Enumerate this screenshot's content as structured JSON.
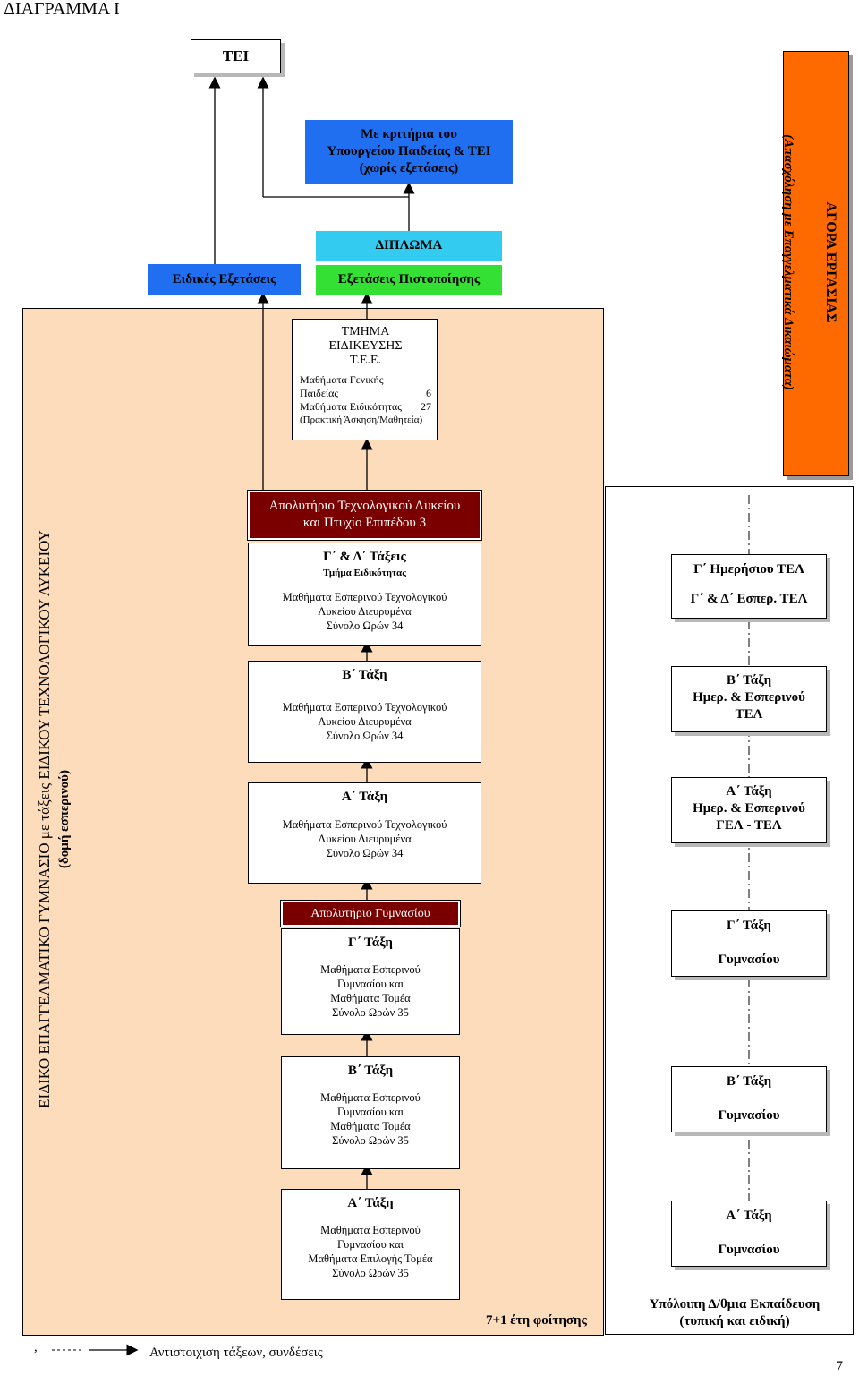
{
  "page_title": "ΔΙΑΓΡΑΜΜΑ Ι",
  "tei": "ΤΕΙ",
  "criteria": [
    "Με κριτήρια του",
    "Υπουργείου Παιδείας & ΤΕΙ",
    "(χωρίς εξετάσεις)"
  ],
  "diploma": "ΔΙΠΛΩΜΑ",
  "special_exams": "Ειδικές Εξετάσεις",
  "cert_exams": "Εξετάσεις Πιστοποίησης",
  "labor_market": {
    "title": "ΑΓΟΡΑ ΕΡΓΑΣΙΑΣ",
    "subtitle": "(Απασχόληση με Επαγγελματικά Δικαιώματα)"
  },
  "specialty_dept": {
    "title": [
      "ΤΜΗΜΑ",
      "ΕΙΔΙΚΕΥΣΗΣ",
      "Τ.Ε.Ε."
    ],
    "general_label": [
      "Μαθήματα Γενικής",
      "Παιδείας"
    ],
    "general_count": "6",
    "specialty_label": "Μαθήματα Ειδικότητας",
    "specialty_count": "27",
    "note": "(Πρακτική Άσκηση/Μαθητεία)"
  },
  "school_vertical": {
    "line1": "ΕΙΔΙΚΟ ΕΠΑΓΓΕΛΜΑΤΙΚΟ ΓΥΜΝΑΣΙΟ  με τάξεις  ΕΙΔΙΚΟΥ ΤΕΧΝΟΛΟΓΙΚΟΥ ΛΥΚΕΙΟΥ",
    "line2": "(δομή εσπερινού)"
  },
  "lyceum_cert": [
    "Απολυτήριο Τεχνολογικού Λυκείου",
    "και Πτυχίο Επιπέδου 3"
  ],
  "gd_classes": {
    "title": "Γ΄ & Δ΄ Τάξεις",
    "sub": "Τμήμα Ειδικότητας",
    "lines": [
      "Μαθήματα Εσπερινού Τεχνολογικού",
      "Λυκείου Διευρυμένα",
      "Σύνολο Ωρών 34"
    ]
  },
  "b_lyceum": {
    "title": "Β΄ Τάξη",
    "lines": [
      "Μαθήματα Εσπερινού Τεχνολογικού",
      "Λυκείου Διευρυμένα",
      "Σύνολο Ωρών 34"
    ]
  },
  "a_lyceum": {
    "title": "Α΄ Τάξη",
    "lines": [
      "Μαθήματα Εσπερινού Τεχνολογικού",
      "Λυκείου Διευρυμένα",
      "Σύνολο Ωρών 34"
    ]
  },
  "gym_cert": "Απολυτήριο Γυμνασίου",
  "c_gym": {
    "title": "Γ΄ Τάξη",
    "lines": [
      "Μαθήματα  Εσπερινού",
      "Γυμνασίου και",
      "Μαθήματα Τομέα",
      "Σύνολο Ωρών 35"
    ]
  },
  "b_gym": {
    "title": "Β΄ Τάξη",
    "lines": [
      "Μαθήματα  Εσπερινού",
      "Γυμνασίου και",
      "Μαθήματα Τομέα",
      "Σύνολο Ωρών 35"
    ]
  },
  "a_gym": {
    "title": "Α΄ Τάξη",
    "lines": [
      "Μαθήματα  Εσπερινού",
      "Γυμνασίου και",
      "Μαθήματα Επιλογής Τομέα",
      "Σύνολο Ωρών 35"
    ]
  },
  "study_years": "7+1 έτη φοίτησης",
  "right": {
    "r1": [
      "Γ΄ Ημερήσιου ΤΕΛ",
      "Γ΄ & Δ΄ Εσπερ. ΤΕΛ"
    ],
    "r2": [
      "Β΄ Τάξη",
      "Ημερ. & Εσπερινού",
      "ΤΕΛ"
    ],
    "r3": [
      "Α΄ Τάξη",
      "Ημερ. & Εσπερινού",
      "ΓΕΛ - ΤΕΛ"
    ],
    "r4": [
      "Γ΄ Τάξη",
      "Γυμνασίου"
    ],
    "r5": [
      "Β΄ Τάξη",
      "Γυμνασίου"
    ],
    "r6": [
      "Α΄ Τάξη",
      "Γυμνασίου"
    ],
    "footer": [
      "Υπόλοιπη Δ/θμια Εκπαίδευση",
      "(τυπική και ειδική)"
    ]
  },
  "legend": {
    "comma": ",",
    "text": "Αντιστοιχιση τάξεων, συνδέσεις"
  },
  "page_number": "7",
  "colors": {
    "peach": "#fddcbc",
    "blue": "#1f6ff0",
    "cyan": "#33ccf0",
    "green": "#33e033",
    "orange": "#ff6a00",
    "maroon": "#7a0000"
  }
}
